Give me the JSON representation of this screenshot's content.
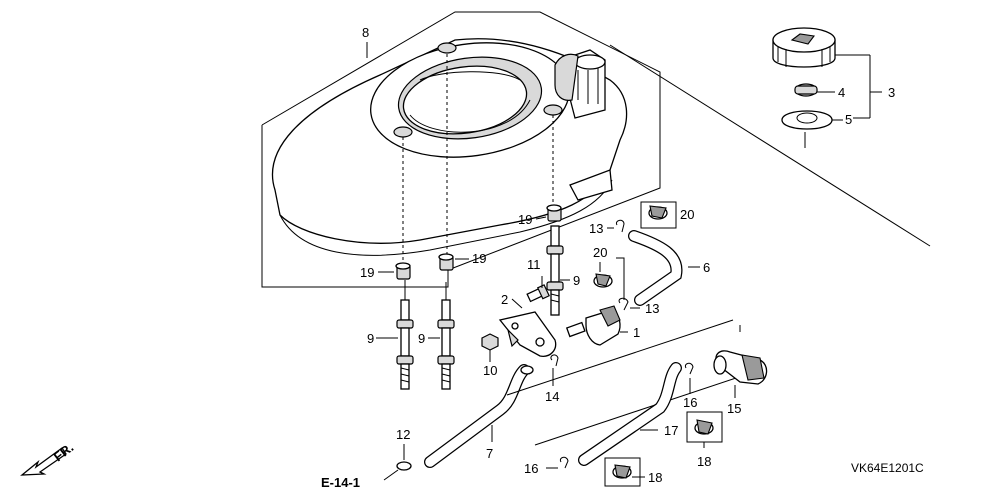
{
  "diagram": {
    "code": "VK64E1201C",
    "reference": "E-14-1",
    "direction": "FR.",
    "callouts": {
      "c1": "1",
      "c2": "2",
      "c3": "3",
      "c4": "4",
      "c5": "5",
      "c6": "6",
      "c7": "7",
      "c8": "8",
      "c9a": "9",
      "c9b": "9",
      "c9c": "9",
      "c10": "10",
      "c11": "11",
      "c12": "12",
      "c13a": "13",
      "c13b": "13",
      "c14": "14",
      "c15": "15",
      "c16a": "16",
      "c16b": "16",
      "c17": "17",
      "c18a": "18",
      "c18b": "18",
      "c19a": "19",
      "c19b": "19",
      "c19c": "19",
      "c20a": "20",
      "c20b": "20"
    }
  }
}
